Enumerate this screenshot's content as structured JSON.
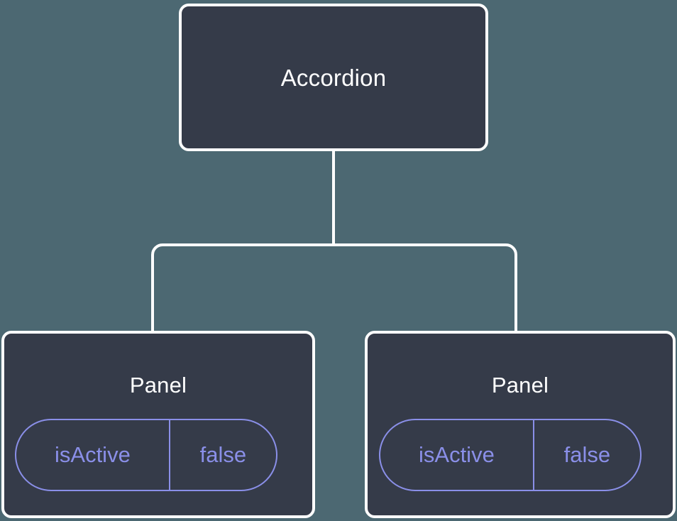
{
  "diagram": {
    "type": "component-tree",
    "background_color": "#4c6872",
    "node_fill_color": "#353b49",
    "node_border_color": "#ffffff",
    "edge_color": "#ffffff",
    "prop_accent_color": "#8a8fe8",
    "root": {
      "id": "accordion",
      "label": "Accordion"
    },
    "children": [
      {
        "id": "panel-1",
        "label": "Panel",
        "prop": {
          "key": "isActive",
          "value": "false"
        }
      },
      {
        "id": "panel-2",
        "label": "Panel",
        "prop": {
          "key": "isActive",
          "value": "false"
        }
      }
    ],
    "edges": [
      {
        "from": "accordion",
        "to": "panel-1"
      },
      {
        "from": "accordion",
        "to": "panel-2"
      }
    ]
  }
}
